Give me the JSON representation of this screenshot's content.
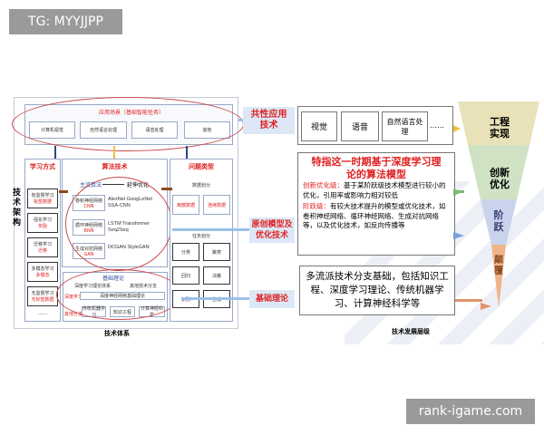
{
  "watermarks": {
    "top_left": "TG: MYYJJPP",
    "bottom_right": "rank-igame.com"
  },
  "left": {
    "side_title": "技术架构",
    "caption": "技术体系",
    "app": {
      "title": "应用场景（基础智能任务）",
      "items": [
        "计算机视觉",
        "自然语言处理",
        "语音处理",
        "其他"
      ]
    },
    "learning": {
      "title": "学习方式",
      "items": [
        {
          "name": "有监督学习",
          "sub": "标签数据"
        },
        {
          "name": "强化学习",
          "sub": "奖励"
        },
        {
          "name": "迁移学习",
          "sub": "迁移"
        },
        {
          "name": "多模态学习",
          "sub": "多模态"
        },
        {
          "name": "无监督学习",
          "sub": "无标签数据"
        }
      ],
      "more": "……"
    },
    "algo": {
      "title": "算法技术",
      "main": "主流算法",
      "ext": "延伸优化",
      "nets": [
        {
          "name": "卷积神经网络",
          "abbr": "CNN"
        },
        {
          "name": "循环神经网络",
          "abbr": "RNN"
        },
        {
          "name": "生成对抗网络",
          "abbr": "GAN"
        }
      ],
      "models": [
        "AlexNet  GoogLeNet  SSA-CNN",
        "LSTM  Transformer  Seq2Seq",
        "DCGAN      StyleGAN"
      ]
    },
    "theory": {
      "title": "基础理论",
      "row": [
        "深度学习理论体系",
        "其他技术分支"
      ],
      "tag1": "深度学习",
      "tag2": "其他分支",
      "core": "深度神经网络基础理论",
      "items": [
        "传统机器学习",
        "知识工程",
        "计算神经科学"
      ]
    },
    "problem": {
      "title": "问题类型",
      "data_title": "数据划分",
      "data": [
        "离散数据",
        "连续数据"
      ],
      "task_title": "任务划分",
      "tasks": [
        "分类",
        "聚类",
        "回归",
        "决策",
        "识别",
        "生成"
      ]
    }
  },
  "right": {
    "caption": "技术发展层级",
    "labels": [
      "共性应用技术",
      "原创模型及优化技术",
      "基础理论"
    ],
    "app_items": [
      "视觉",
      "语音",
      "自然语言处理",
      "……"
    ],
    "model_title": "特指这一时期基于深度学习理论的算法模型",
    "innov_label": "创新优化级：",
    "innov_text": "基于某阶跃级技术模型进行较小的优化，引用率或影响力相对较低",
    "leap_label": "阶跃级：",
    "leap_text": "有较大技术提升的模型或优化技术，如卷积神经网络、循环神经网络、生成对抗网络等，以及优化技术，如反向传播等",
    "theory_text": "多流派技术分支基础，包括知识工程、深度学习理论、传统机器学习、计算神经科学等",
    "levels": [
      "工程实现",
      "创新优化",
      "阶跃",
      "颠覆"
    ],
    "level_colors": [
      "#e9e2b8",
      "#cfe3c4",
      "#c9d3ec",
      "#f0b48a"
    ]
  }
}
